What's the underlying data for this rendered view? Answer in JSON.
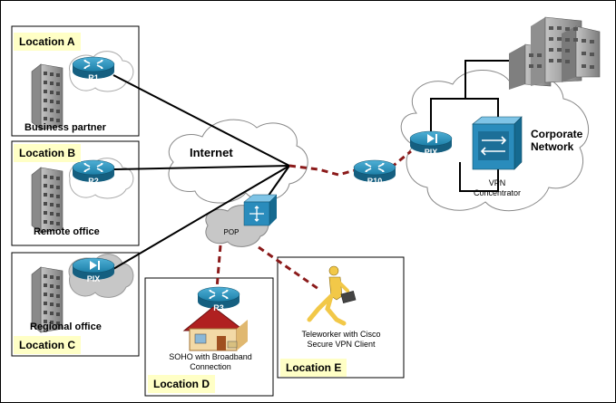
{
  "locations": {
    "a": {
      "tag": "Location A",
      "caption": "Business partner",
      "router": "R1"
    },
    "b": {
      "tag": "Location B",
      "caption": "Remote office",
      "router": "R2"
    },
    "c": {
      "tag": "Location C",
      "caption": "Regional office",
      "router": "PIX"
    },
    "d": {
      "tag": "Location D",
      "caption_line1": "SOHO with Broadband",
      "caption_line2": "Connection",
      "router": "R3"
    },
    "e": {
      "tag": "Location E",
      "caption_line1": "Teleworker with Cisco",
      "caption_line2": "Secure VPN Client"
    }
  },
  "internet": {
    "label": "Internet",
    "pop_label": "POP"
  },
  "corporate": {
    "title_line1": "Corporate",
    "title_line2": "Network",
    "router": "R10",
    "firewall": "PIX",
    "concentrator_line1": "VPN",
    "concentrator_line2": "Concentrator"
  },
  "icons": [
    "router-icon",
    "pix-firewall-icon",
    "building-icon",
    "house-icon",
    "laptop-icon",
    "teleworker-icon",
    "vpn-concentrator-icon",
    "switch-icon",
    "cloud-icon"
  ],
  "colors": {
    "router": "#1f7fa8",
    "location_label_bg": "#ffffc6",
    "serial_link": "#8b1a1a",
    "cloud": "#ffffff",
    "cloud_shaded": "#c7c7c7",
    "building": "#9a9a9a"
  }
}
